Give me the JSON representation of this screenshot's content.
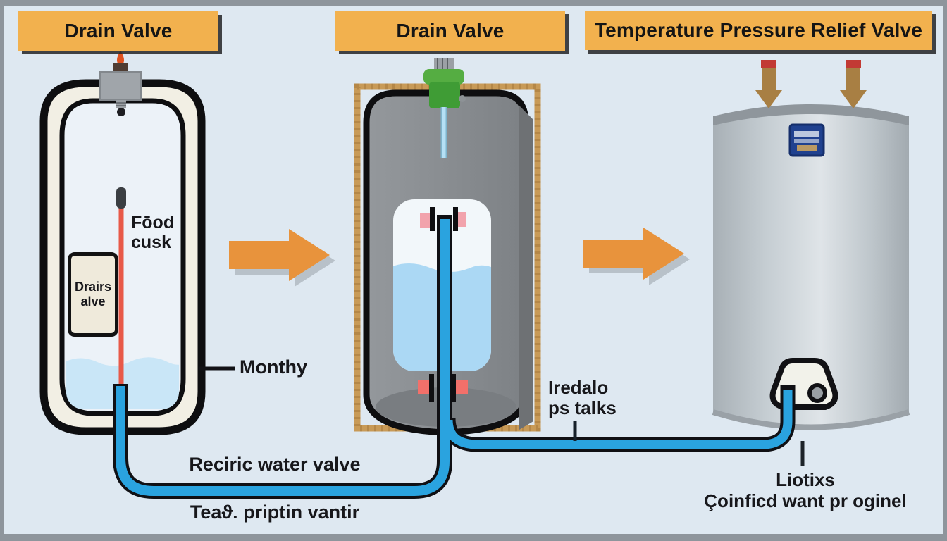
{
  "headers": {
    "panel1": "Drain Valve",
    "panel2": "Drain Valve",
    "panel3": "Temperature Pressure Relief Valve"
  },
  "panel1": {
    "inner_note_line1": "Fōod",
    "inner_note_line2": "cuѕk",
    "valve_tag_line1": "Drairs",
    "valve_tag_line2": "alve",
    "callout": "Monthy"
  },
  "panel2": {
    "note_line1": "Iredalo",
    "note_line2": "ps talks"
  },
  "panel3": {
    "note_line1": "Liotixs",
    "note_line2": "Çoinficd want pr oginel"
  },
  "pipes": {
    "label_top": "Reciric water valve",
    "label_bottom": "Teaϑ. priptin vantir"
  },
  "icons": {
    "arrow_right_1": "orange-arrow-right-icon",
    "arrow_right_2": "orange-arrow-right-icon",
    "flame": "flame-icon",
    "down_arrow_1": "down-arrow-icon",
    "down_arrow_2": "down-arrow-icon"
  },
  "colors": {
    "outer_border": "#8e959c",
    "canvas_bg": "#dee8f1",
    "header_bg": "#f2b14e",
    "header_text": "#151515",
    "pipe_blue": "#2aa3df",
    "arrow_orange": "#e8933c",
    "tank1_shell": "#f2efe4",
    "tank2_gray": "#8b8f93",
    "tank3_silver": "#c3cbd0",
    "water_light": "#c9e6f7",
    "water_mid": "#abd8f4",
    "valve_green": "#4ca43c",
    "dip_tube_red": "#e85948",
    "frame_tan": "#c89a57",
    "logo_blue": "#20418f",
    "marker_pink": "#f2a3ac",
    "marker_red": "#f2706a"
  }
}
